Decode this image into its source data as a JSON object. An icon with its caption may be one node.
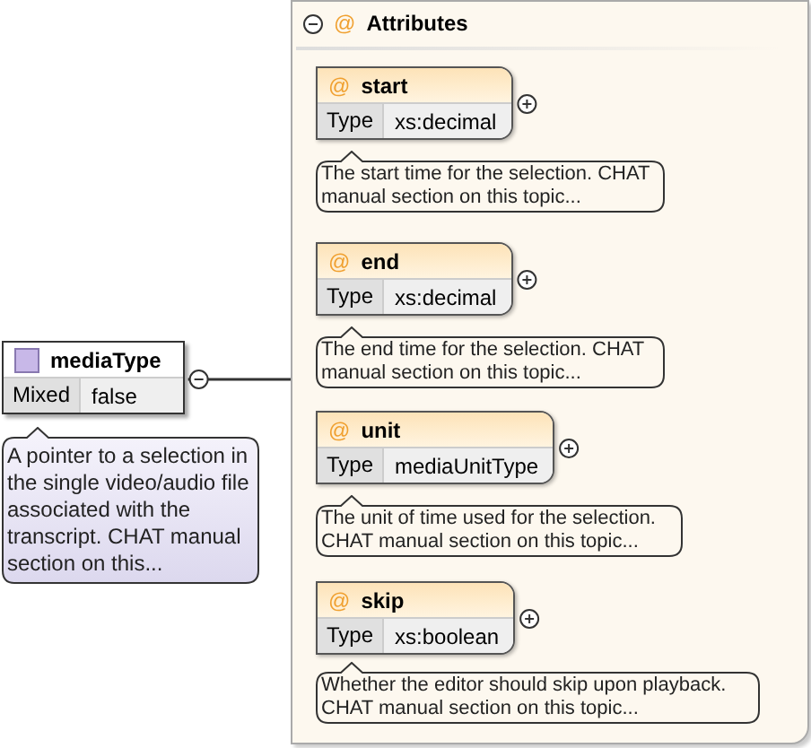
{
  "diagram": {
    "nodes": [
      {
        "text": [
          "mediaType",
          "Mixed",
          "false"
        ]
      },
      {
        "text": [
          "A pointer to a selection in the single video/audio file associated with the transcript. CHAT manual section on this..."
        ]
      },
      {
        "text": [
          "@",
          "Attributes"
        ]
      },
      {
        "text": [
          "@",
          "start",
          "Type",
          "xs:decimal"
        ],
        "in": 2
      },
      {
        "text": [
          "The start time for the selection. CHAT manual section on this topic..."
        ],
        "in": 2
      },
      {
        "text": [
          "@",
          "end",
          "Type",
          "xs:decimal"
        ],
        "in": 2
      },
      {
        "text": [
          "The end time for the selection. CHAT manual section on this topic..."
        ],
        "in": 2
      },
      {
        "text": [
          "@",
          "unit",
          "Type",
          "mediaUnitType"
        ],
        "in": 2
      },
      {
        "text": [
          "The unit of time used for the selection. CHAT manual section on this topic..."
        ],
        "in": 2
      },
      {
        "text": [
          "@",
          "skip",
          "Type",
          "xs:boolean"
        ],
        "in": 2
      },
      {
        "text": [
          "Whether the editor should skip upon playback. CHAT manual section on this topic..."
        ],
        "in": 2
      }
    ],
    "edges": [
      {
        "from": 0,
        "to": 2,
        "arrow": "other"
      }
    ]
  }
}
